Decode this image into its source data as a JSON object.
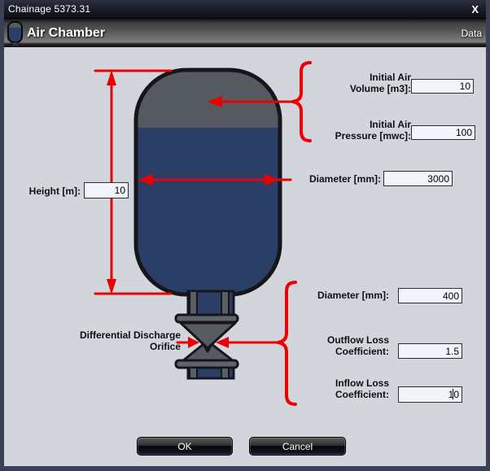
{
  "window": {
    "title": "Chainage 5373.31",
    "close_label": "X"
  },
  "header": {
    "title": "Air Chamber",
    "right_label": "Data",
    "icon": "air-chamber-icon"
  },
  "fields": {
    "initial_air_volume": {
      "label_line1": "Initial Air",
      "label_line2": "Volume [m3]:",
      "value": "10"
    },
    "initial_air_pressure": {
      "label_line1": "Initial Air",
      "label_line2": "Pressure [mwc]:",
      "value": "100"
    },
    "vessel_diameter": {
      "label": "Diameter [mm]:",
      "value": "3000"
    },
    "height": {
      "label": "Height [m]:",
      "value": "10"
    },
    "orifice_diameter": {
      "label": "Diameter [mm]:",
      "value": "400"
    },
    "outflow_loss": {
      "label_line1": "Outflow Loss",
      "label_line2": "Coefficient:",
      "value": "1.5"
    },
    "inflow_loss": {
      "label_line1": "Inflow Loss",
      "label_line2": "Coefficient:",
      "value": "10"
    }
  },
  "diagram": {
    "orifice_label_line1": "Differential Discharge",
    "orifice_label_line2": "Orifice"
  },
  "buttons": {
    "ok": "OK",
    "cancel": "Cancel"
  },
  "colors": {
    "accent_red": "#ee0000",
    "vessel_air": "#555a61",
    "vessel_water": "#2a3e66",
    "window_border": "#3a4157",
    "content_bg": "#d2d5db"
  }
}
